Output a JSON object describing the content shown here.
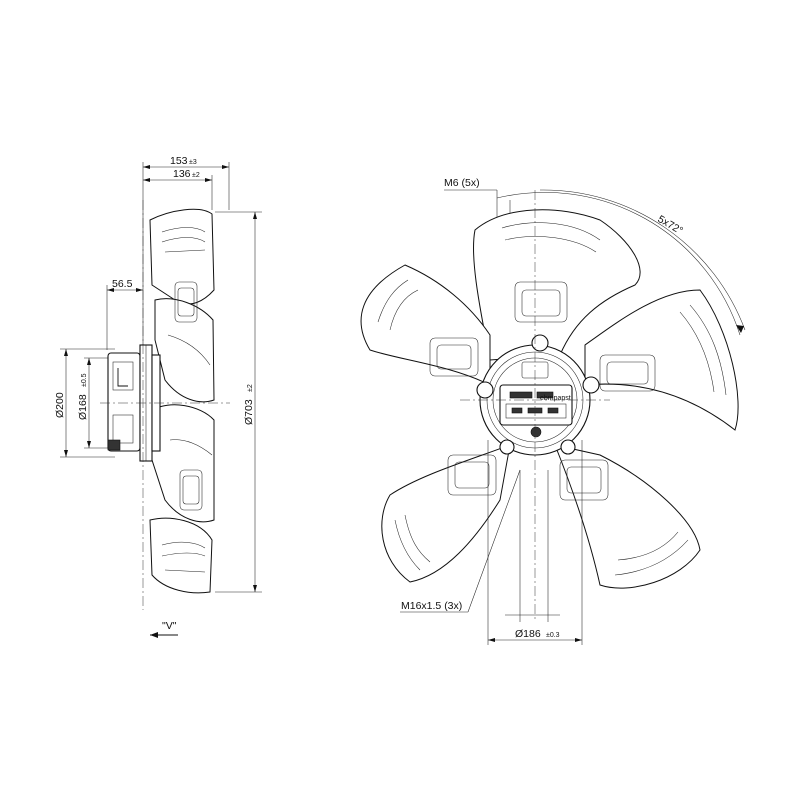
{
  "side_view": {
    "overall_depth": "153",
    "overall_depth_tol": "±3",
    "blade_depth": "136",
    "blade_depth_tol": "±2",
    "motor_offset": "56.5",
    "motor_diameter": "Ø200",
    "flange_diameter": "Ø168",
    "flange_diameter_tol": "±0.5",
    "fan_diameter": "Ø703",
    "fan_diameter_tol": "±2",
    "view_label": "\"V\""
  },
  "front_view": {
    "thread_top": "M6 (5x)",
    "angle": "5x72°",
    "thread_bottom": "M16x1.5 (3x)",
    "bolt_circle": "Ø186",
    "bolt_circle_tol": "±0.3",
    "logo": "ebmpapst"
  },
  "colors": {
    "line": "#111111",
    "background": "#ffffff"
  }
}
